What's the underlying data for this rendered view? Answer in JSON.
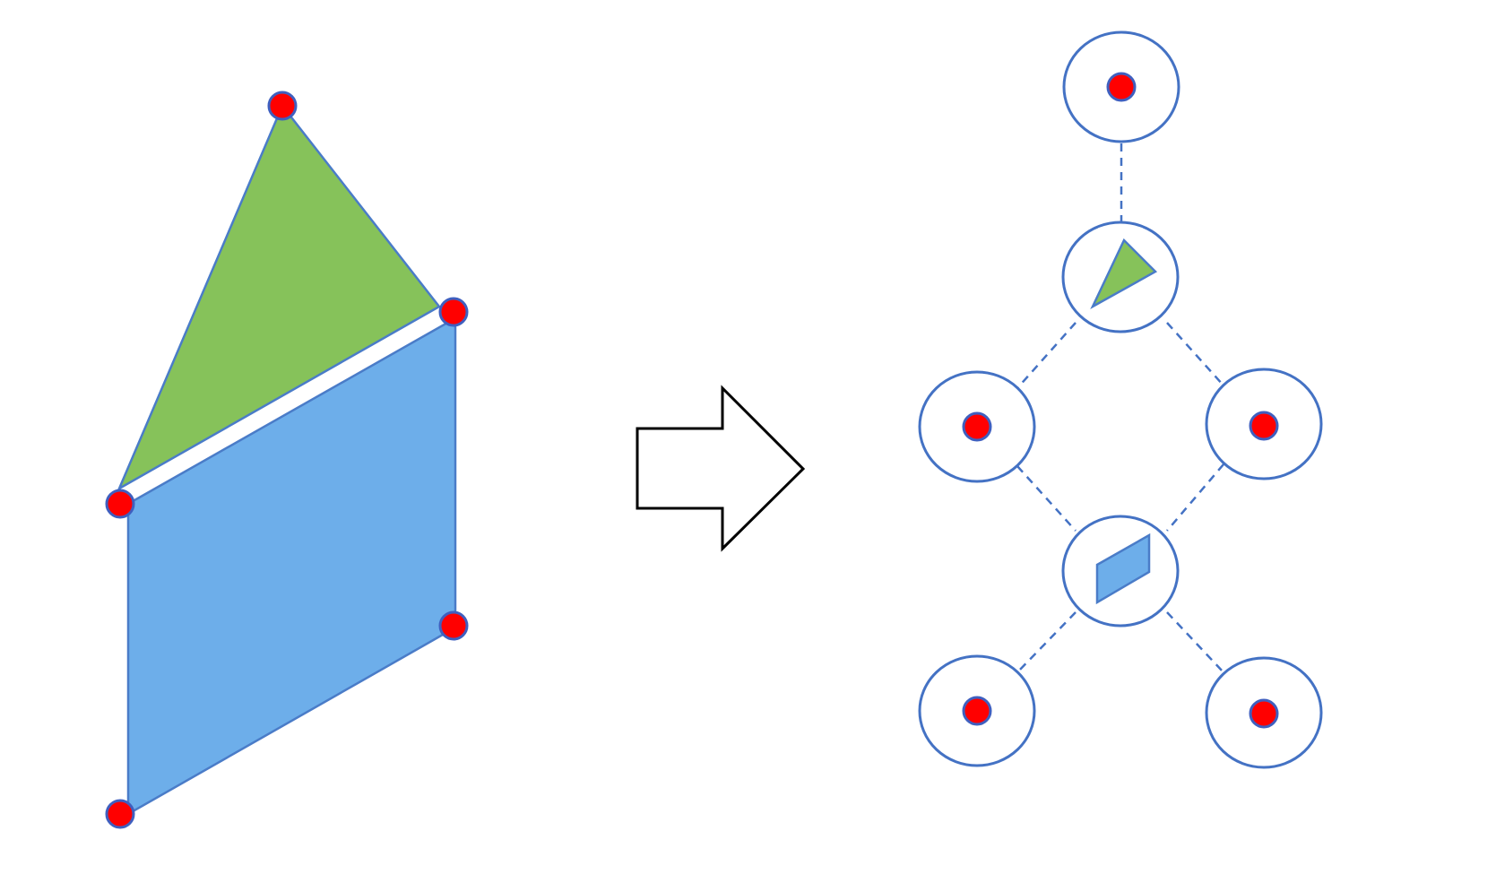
{
  "diagram": {
    "colors": {
      "background": "#ffffff",
      "triangle_fill": "#86c25a",
      "parallelogram_fill": "#6daeea",
      "shape_stroke": "#4a7cc8",
      "vertex_fill": "#ff0000",
      "vertex_stroke": "#3f5fbf",
      "node_stroke": "#4472c4",
      "edge_stroke": "#4472c4",
      "arrow_stroke": "#000000",
      "arrow_fill": "#ffffff"
    },
    "left_mesh": {
      "faces": [
        "triangle",
        "parallelogram"
      ],
      "vertex_count": 5
    },
    "arrow": {
      "direction": "right",
      "style": "hollow-block-arrow"
    },
    "graph": {
      "node_kinds": [
        "vertex",
        "triangle-face",
        "vertex",
        "vertex",
        "parallelogram-face",
        "vertex",
        "vertex"
      ],
      "edge_style": "dashed"
    }
  }
}
